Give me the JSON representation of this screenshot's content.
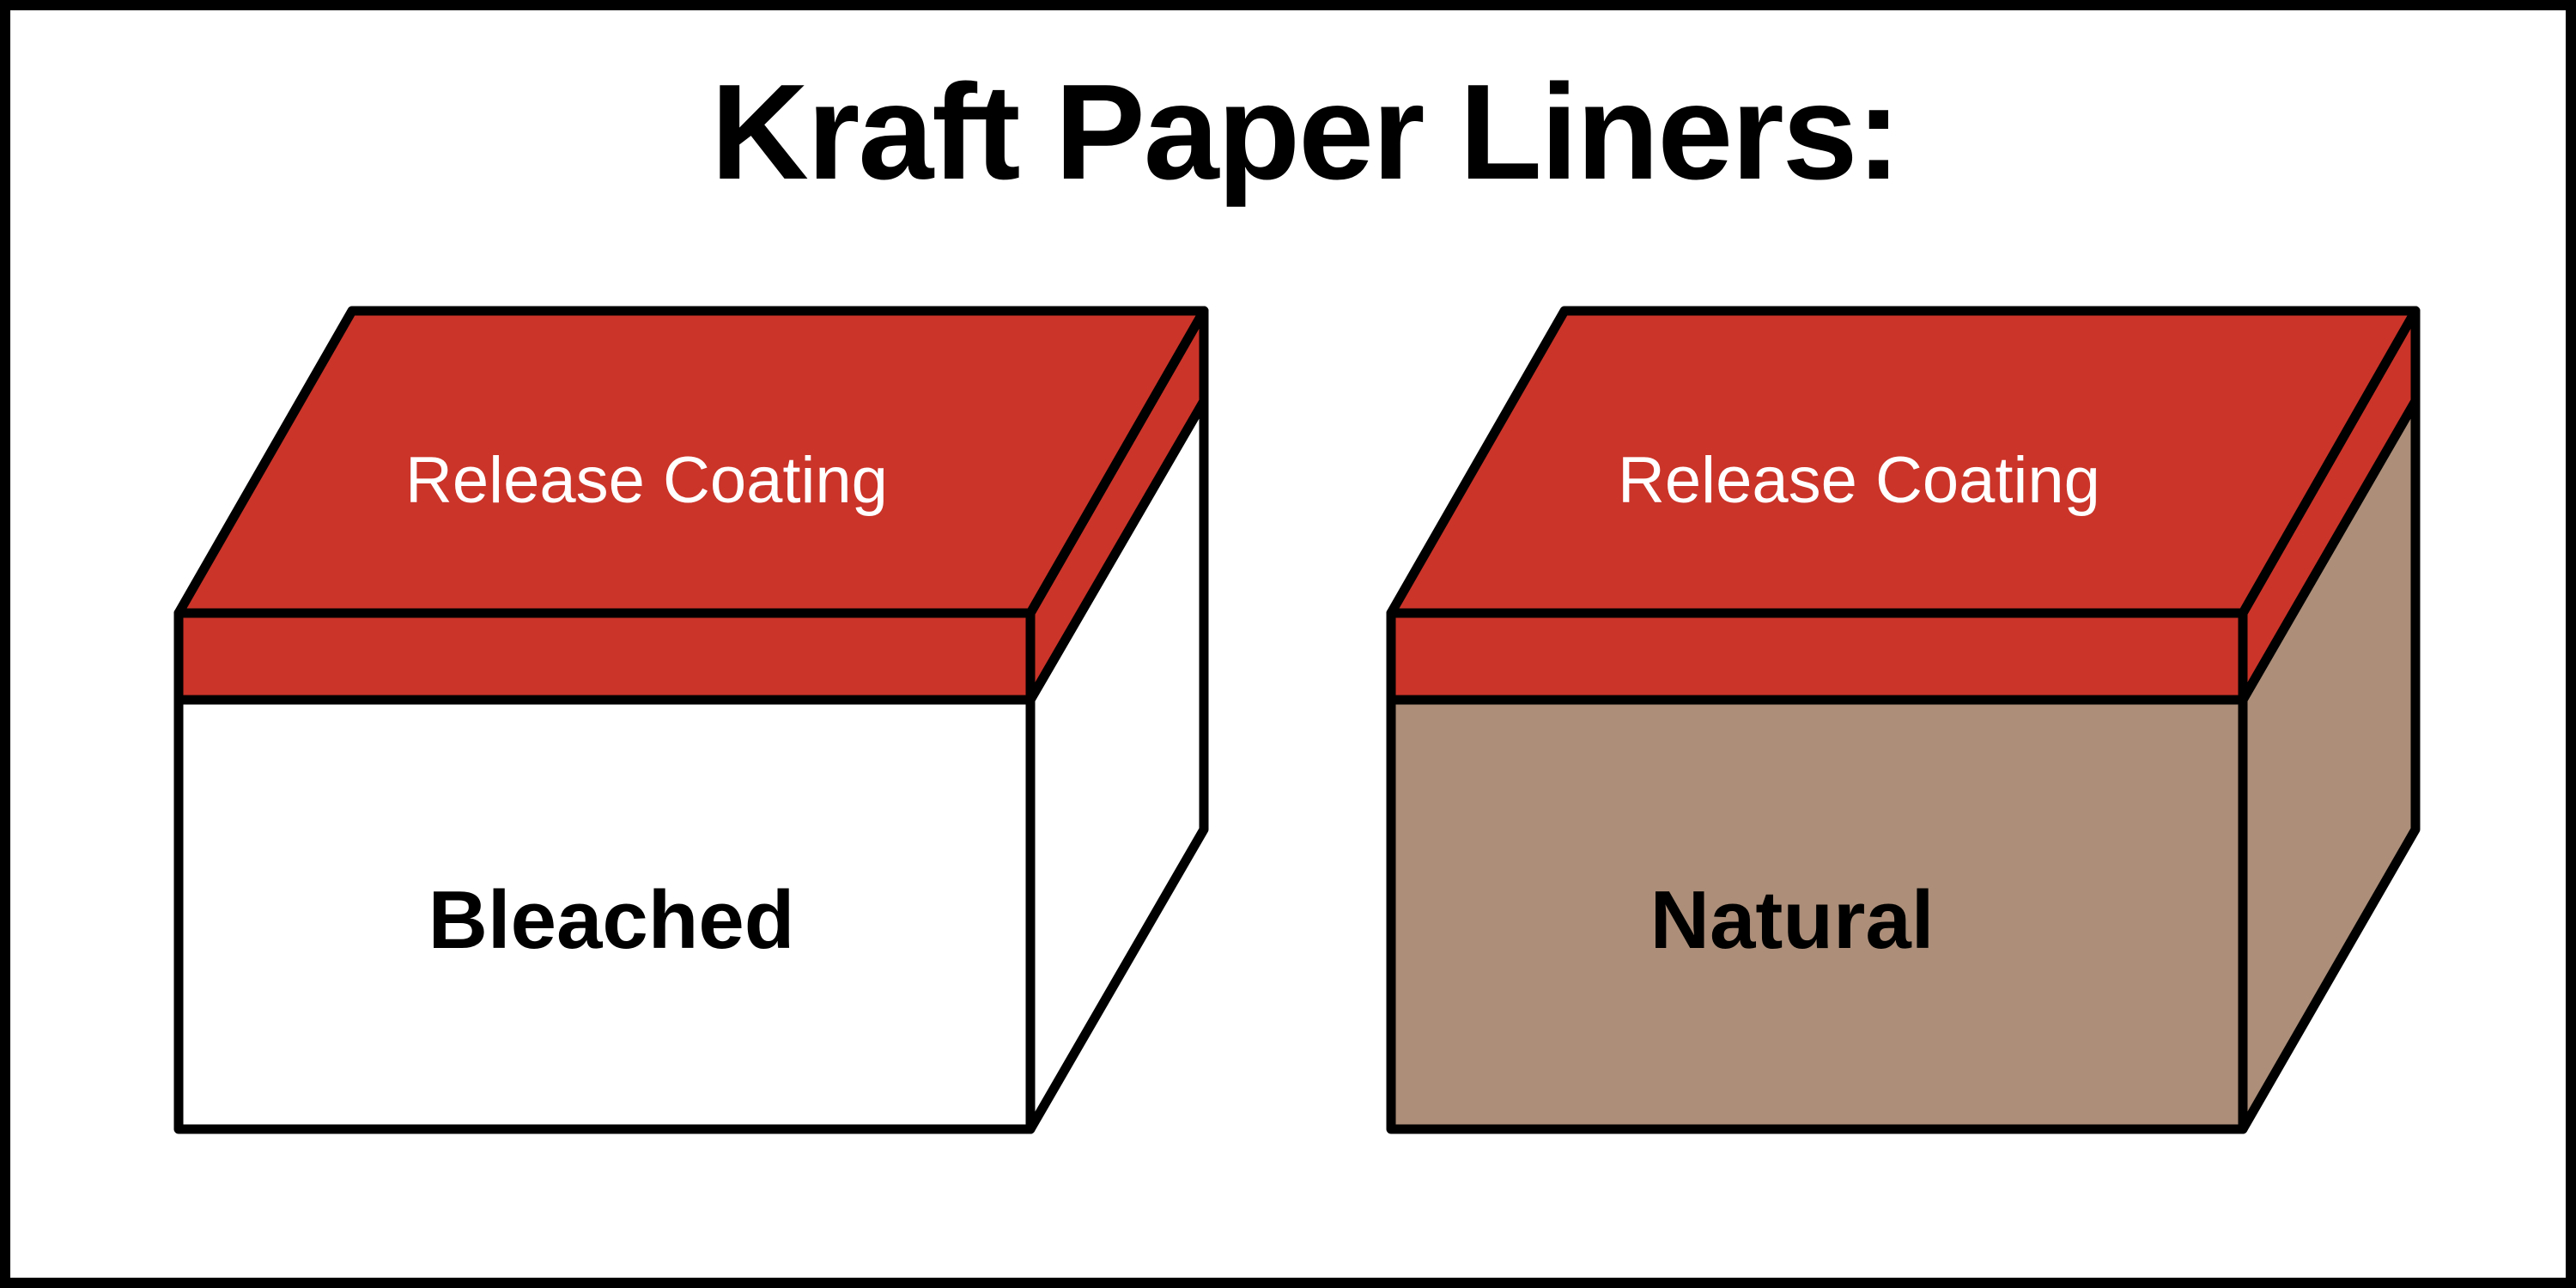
{
  "title": "Kraft Paper Liners:",
  "colors": {
    "border": "#000000",
    "background": "#ffffff",
    "release_coating": "#cb3429",
    "coating_text": "#ffffff",
    "label_text": "#000000"
  },
  "liners": [
    {
      "coating_label": "Release Coating",
      "body_label": "Bleached",
      "body_color": "#ffffff"
    },
    {
      "coating_label": "Release Coating",
      "body_label": "Natural",
      "body_color": "#ac8e79"
    }
  ]
}
